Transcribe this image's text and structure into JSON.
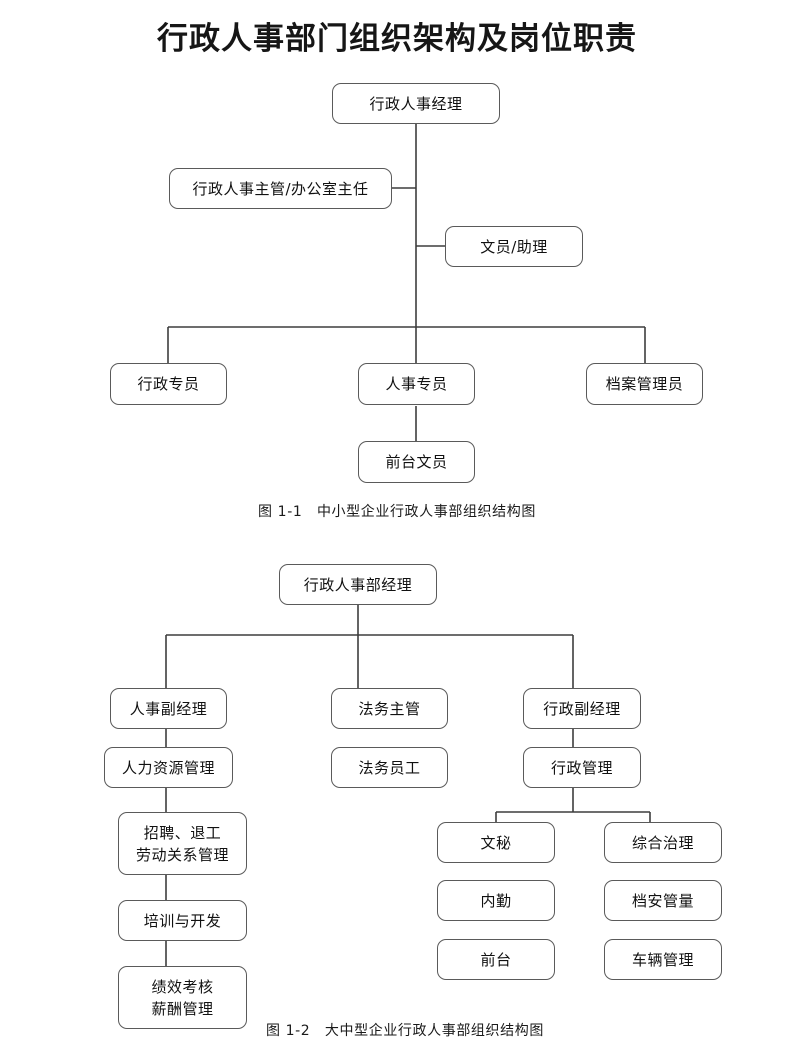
{
  "page": {
    "title": "行政人事部门组织架构及岗位职责"
  },
  "colors": {
    "box_border": "#5a5a5a",
    "connector": "#3d3d3d",
    "text": "#111111",
    "background": "#ffffff"
  },
  "chart_data": [
    {
      "type": "diagram",
      "id": "org-chart-small-medium",
      "title": "图 1-1　中小型企业行政人事部组织结构图",
      "caption": "图 1-1　中小型企业行政人事部组织结构图",
      "nodes": [
        {
          "id": "n1",
          "label": "行政人事经理",
          "level": 0
        },
        {
          "id": "n2",
          "label": "行政人事主管/办公室主任",
          "level": 1
        },
        {
          "id": "n3",
          "label": "文员/助理",
          "level": 2
        },
        {
          "id": "n4",
          "label": "行政专员",
          "level": 3
        },
        {
          "id": "n5",
          "label": "人事专员",
          "level": 3
        },
        {
          "id": "n6",
          "label": "档案管理员",
          "level": 3
        },
        {
          "id": "n7",
          "label": "前台文员",
          "level": 4
        }
      ],
      "edges": [
        {
          "from": "n1",
          "to": "n2"
        },
        {
          "from": "n1",
          "to": "n3"
        },
        {
          "from": "n1",
          "to": "n4"
        },
        {
          "from": "n1",
          "to": "n5"
        },
        {
          "from": "n1",
          "to": "n6"
        },
        {
          "from": "n5",
          "to": "n7"
        }
      ]
    },
    {
      "type": "diagram",
      "id": "org-chart-large-medium",
      "title": "图 1-2　大中型企业行政人事部组织结构图",
      "caption": "图 1-2　大中型企业行政人事部组织结构图",
      "nodes": [
        {
          "id": "m1",
          "label": "行政人事部经理",
          "level": 0
        },
        {
          "id": "m2",
          "label": "人事副经理",
          "level": 1
        },
        {
          "id": "m3",
          "label": "法务主管",
          "level": 1
        },
        {
          "id": "m4",
          "label": "行政副经理",
          "level": 1
        },
        {
          "id": "m5",
          "label": "人力资源管理",
          "level": 2
        },
        {
          "id": "m6",
          "label": "法务员工",
          "level": 2
        },
        {
          "id": "m7",
          "label": "行政管理",
          "level": 2
        },
        {
          "id": "m8",
          "label": "招聘、退工\n劳动关系管理",
          "level": 3
        },
        {
          "id": "m9",
          "label": "培训与开发",
          "level": 4
        },
        {
          "id": "m10",
          "label": "绩效考核\n薪酬管理",
          "level": 5
        },
        {
          "id": "m11",
          "label": "文秘",
          "level": 3
        },
        {
          "id": "m12",
          "label": "内勤",
          "level": 4
        },
        {
          "id": "m13",
          "label": "前台",
          "level": 5
        },
        {
          "id": "m14",
          "label": "综合治理",
          "level": 3
        },
        {
          "id": "m15",
          "label": "档安管量",
          "level": 4
        },
        {
          "id": "m16",
          "label": "车辆管理",
          "level": 5
        }
      ],
      "edges": [
        {
          "from": "m1",
          "to": "m2"
        },
        {
          "from": "m1",
          "to": "m3"
        },
        {
          "from": "m1",
          "to": "m4"
        },
        {
          "from": "m2",
          "to": "m5"
        },
        {
          "from": "m5",
          "to": "m8"
        },
        {
          "from": "m8",
          "to": "m9"
        },
        {
          "from": "m9",
          "to": "m10"
        },
        {
          "from": "m4",
          "to": "m7"
        },
        {
          "from": "m7",
          "to": "m11"
        },
        {
          "from": "m7",
          "to": "m14"
        }
      ]
    }
  ]
}
